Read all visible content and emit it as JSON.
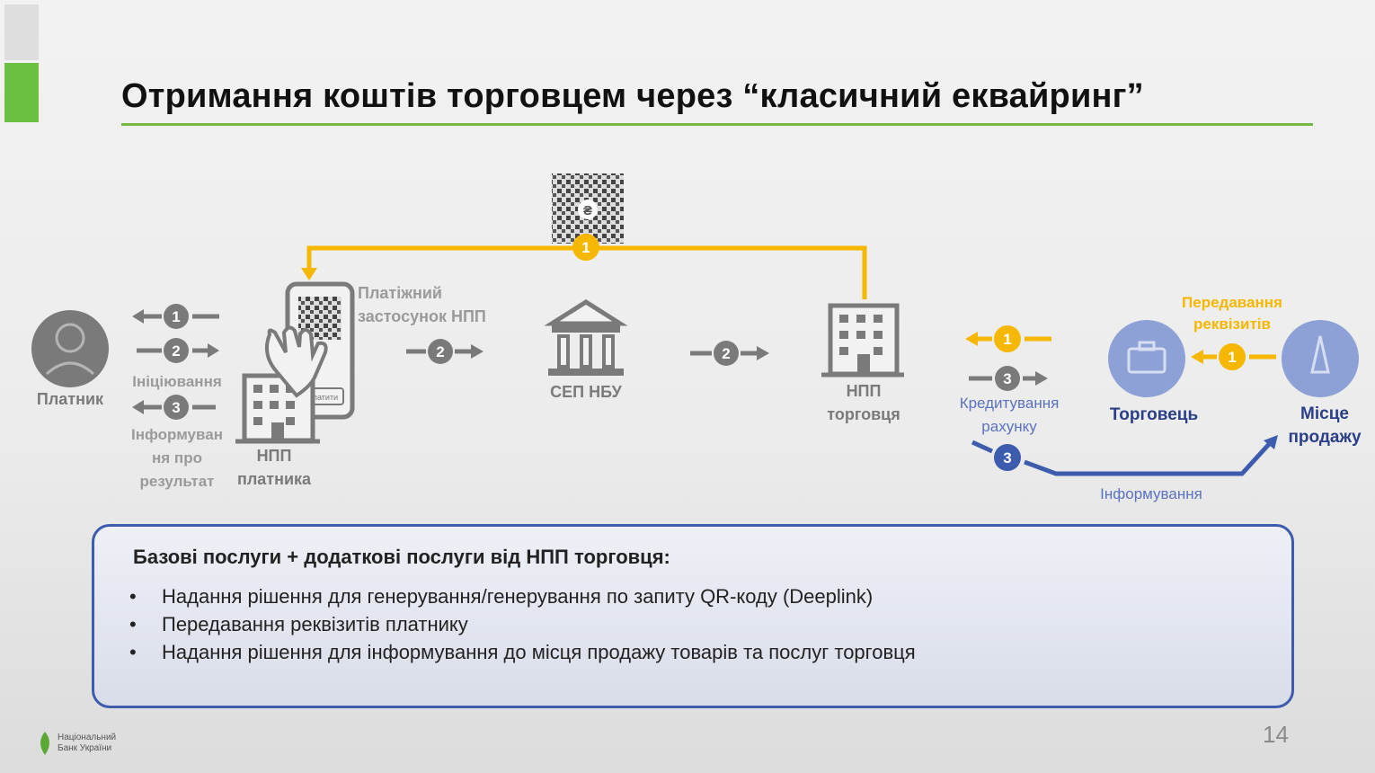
{
  "title": "Отримання коштів торговцем через “класичний еквайринг”",
  "diagram": {
    "payer": {
      "label": "Платник"
    },
    "payer_arrows": {
      "initiation": "Ініціювання",
      "informing_line1": "Інформуван",
      "informing_line2": "ня про",
      "informing_line3": "результат"
    },
    "payment_app": {
      "line1": "Платіжний",
      "line2": "застосунок  НПП"
    },
    "payer_psp": {
      "line1": "НПП",
      "line2": "платника"
    },
    "sep": {
      "label": "СЕП НБУ"
    },
    "merchant_psp": {
      "line1": "НПП",
      "line2": "торговця"
    },
    "crediting": {
      "line1": "Кредитування",
      "line2": "рахунку"
    },
    "merchant": {
      "label": "Торговець"
    },
    "point_of_sale": {
      "line1": "Місце",
      "line2": "продажу"
    },
    "details_transfer": {
      "line1": "Передавання",
      "line2": "реквізитів"
    },
    "informing": "Інформування",
    "step_numbers": {
      "one": "1",
      "two": "2",
      "three": "3"
    },
    "qr_symbol": "₴",
    "button_text": "Оплатити"
  },
  "box": {
    "title": "Базові послуги + додаткові послуги від НПП торговця:",
    "bullets": [
      "Надання рішення для генерування/генерування по запиту QR-коду (Deeplink)",
      "Передавання реквізитів платнику",
      "Надання рішення для інформування до місця продажу товарів та послуг торговця"
    ]
  },
  "page_number": "14",
  "logo": {
    "line1": "Національний",
    "line2": "Банк України"
  },
  "colors": {
    "accent_green": "#74b843",
    "flow_yellow": "#f5b700",
    "flow_blue": "#3e5cad",
    "icon_grey": "#7a7a7a",
    "circle_blue": "#8ea1d6"
  }
}
